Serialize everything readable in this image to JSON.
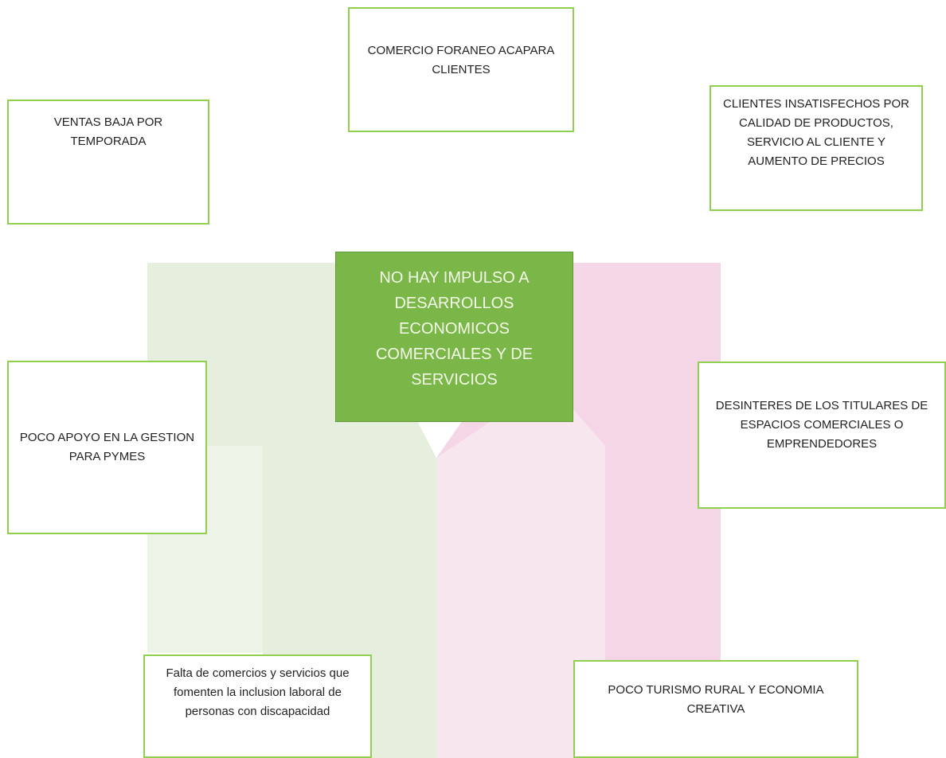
{
  "colors": {
    "box_border": "#8fd14f",
    "center_fill": "#7ab648",
    "center_text": "#f4fbe9",
    "watermark_green": "#e6efdd",
    "watermark_pink": "#f5d6e6"
  },
  "center": {
    "text": "NO HAY IMPULSO A DESARROLLOS ECONOMICOS COMERCIALES Y DE SERVICIOS"
  },
  "causes": [
    {
      "text": "COMERCIO FORANEO ACAPARA CLIENTES"
    },
    {
      "text": "VENTAS BAJA POR TEMPORADA"
    },
    {
      "text": "CLIENTES INSATISFECHOS POR CALIDAD DE PRODUCTOS, SERVICIO AL CLIENTE Y AUMENTO DE PRECIOS"
    },
    {
      "text": "POCO APOYO EN LA GESTION PARA PYMES"
    },
    {
      "text": "DESINTERES DE LOS TITULARES DE ESPACIOS COMERCIALES O EMPRENDEDORES"
    },
    {
      "text": "Falta de comercios y servicios que fomenten la inclusion laboral de personas con discapacidad"
    },
    {
      "text": "POCO TURISMO RURAL Y ECONOMIA CREATIVA"
    }
  ]
}
